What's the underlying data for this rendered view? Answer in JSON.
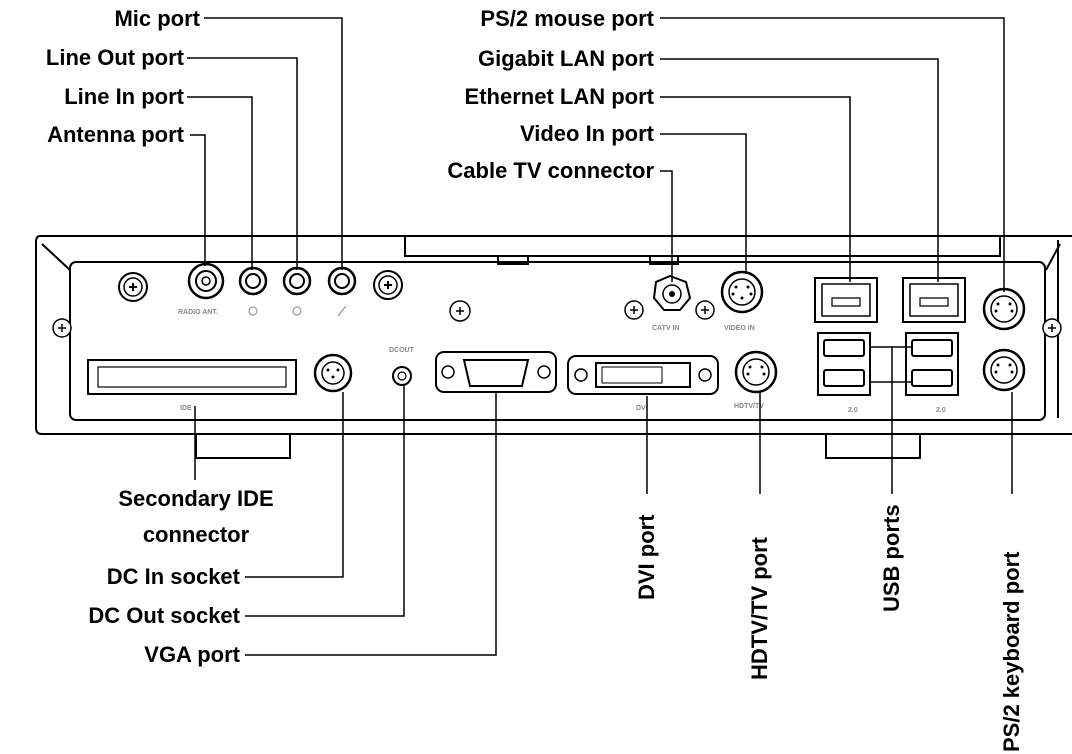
{
  "labels_left_top": {
    "mic": "Mic port",
    "line_out": "Line Out port",
    "line_in": "Line In port",
    "antenna": "Antenna port"
  },
  "labels_right_top": {
    "ps2_mouse": "PS/2 mouse port",
    "gigabit_lan": "Gigabit LAN port",
    "ethernet_lan": "Ethernet LAN port",
    "video_in": "Video In port",
    "cable_tv": "Cable TV connector"
  },
  "labels_bottom_left": {
    "secondary_ide_line1": "Secondary IDE",
    "secondary_ide_line2": "connector",
    "dc_in": "DC In socket",
    "dc_out": "DC Out  socket",
    "vga": "VGA port"
  },
  "labels_vertical": {
    "dvi": "DVI port",
    "hdtv": "HDTV/TV port",
    "usb": "USB ports",
    "ps2_keyboard": "PS/2 keyboard port"
  },
  "panel_text": {
    "radio_ant": "RADIO ANT.",
    "catv_in": "CATV IN",
    "video_in": "VIDEO IN",
    "ide": "IDE",
    "dvi": "DVI",
    "hdtv_tv": "HDTV/TV",
    "dcout": "DCOUT",
    "usb_20_a": "2.0",
    "usb_20_b": "2.0"
  }
}
